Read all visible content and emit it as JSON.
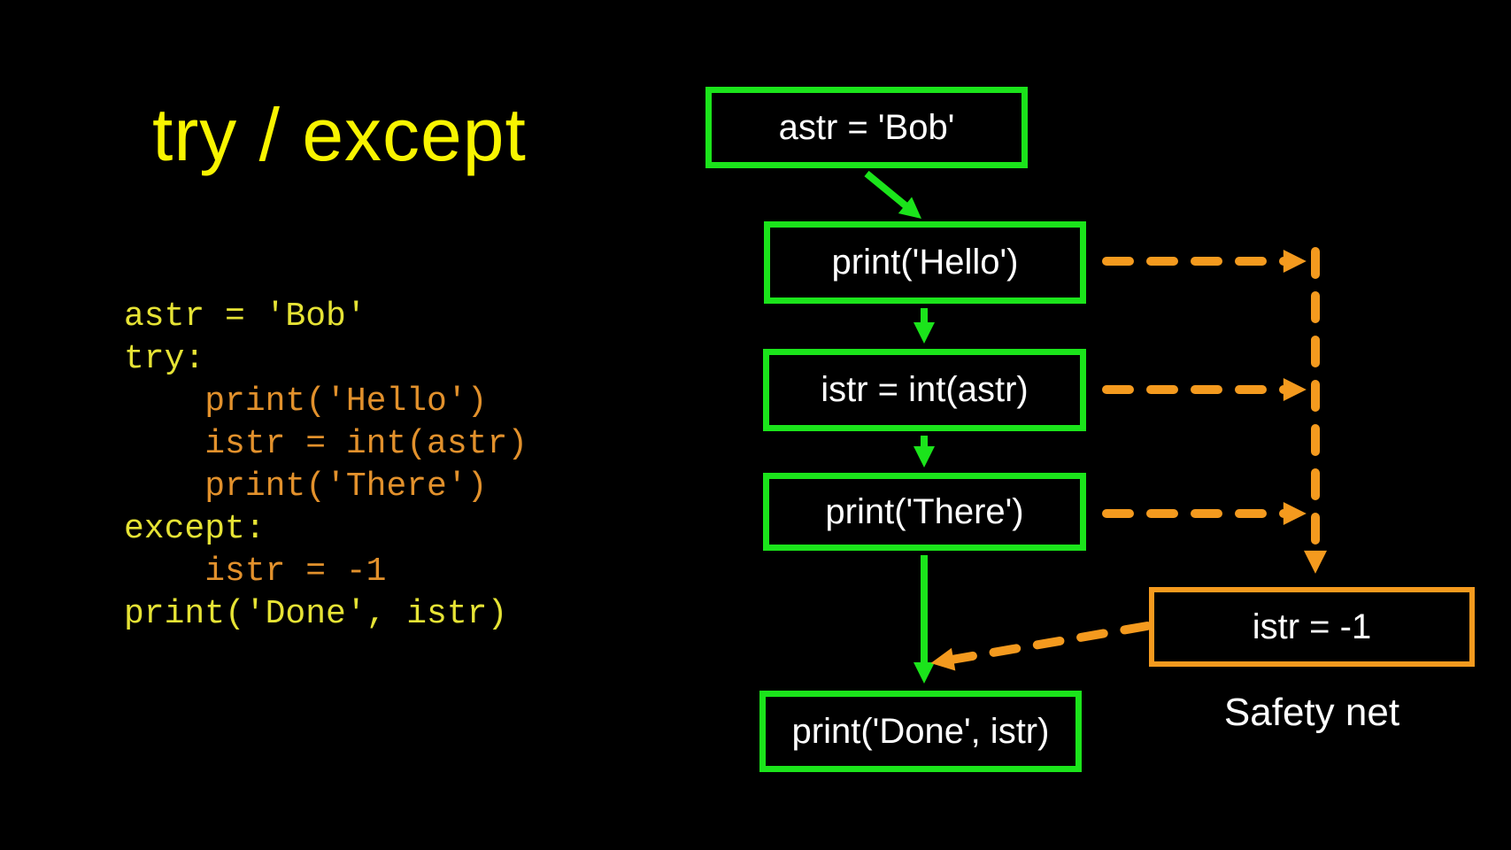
{
  "slide": {
    "title": "try / except",
    "background_color": "#000000",
    "title_color": "#f8f400"
  },
  "code": {
    "lines": [
      {
        "text": "astr = 'Bob'",
        "color": "yellow"
      },
      {
        "text": "try:",
        "color": "yellow"
      },
      {
        "text": "    print('Hello')",
        "color": "orange"
      },
      {
        "text": "    istr = int(astr)",
        "color": "orange"
      },
      {
        "text": "    print('There')",
        "color": "orange"
      },
      {
        "text": "except:",
        "color": "yellow"
      },
      {
        "text": "    istr = -1",
        "color": "orange"
      },
      {
        "text": "",
        "color": "yellow"
      },
      {
        "text": "print('Done', istr)",
        "color": "yellow"
      }
    ],
    "palette": {
      "yellow": "#e6e335",
      "orange": "#e2912c"
    }
  },
  "flowchart": {
    "boxes": [
      {
        "id": "astr-bob",
        "label": "astr = 'Bob'",
        "style": "green"
      },
      {
        "id": "print-hello",
        "label": "print('Hello')",
        "style": "green"
      },
      {
        "id": "istr-int",
        "label": "istr = int(astr)",
        "style": "green"
      },
      {
        "id": "print-there",
        "label": "print('There')",
        "style": "green"
      },
      {
        "id": "print-done",
        "label": "print('Done', istr)",
        "style": "green"
      },
      {
        "id": "istr-neg1",
        "label": "istr = -1",
        "style": "orange"
      }
    ],
    "caption": "Safety net",
    "caption_color": "#ffffff",
    "colors": {
      "flow_green": "#1be41b",
      "exception_orange": "#f49a1e",
      "box_text": "#ffffff"
    }
  }
}
